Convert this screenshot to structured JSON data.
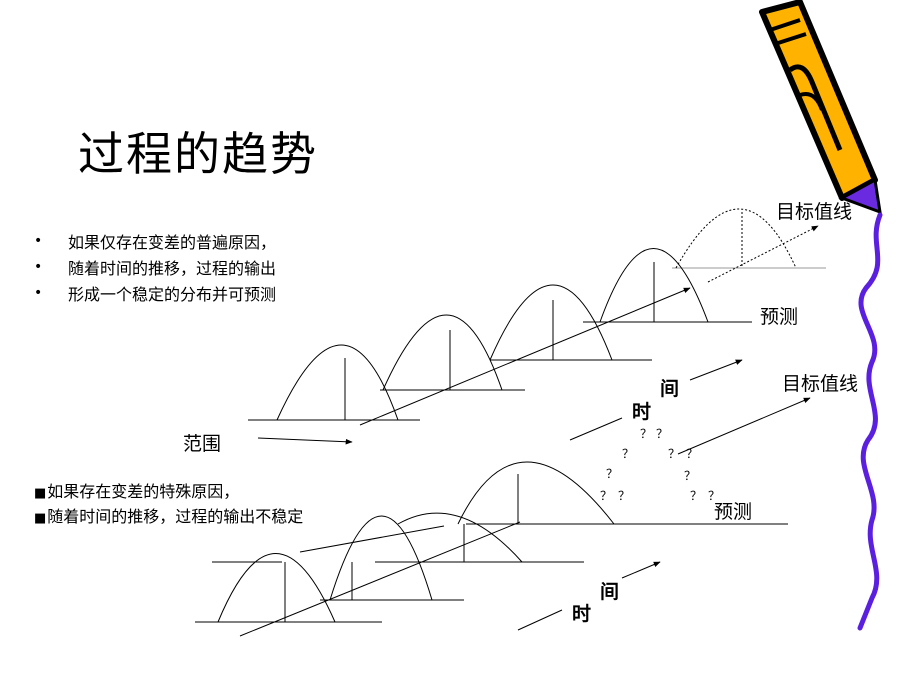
{
  "slide": {
    "title": "过程的趋势",
    "common_cause_bullets": [
      "如果仅存在变差的普遍原因，",
      "随着时间的推移，过程的输出",
      "形成一个稳定的分布并可预测"
    ],
    "special_cause_bullets": [
      "如果存在变差的特殊原因，",
      "随着时间的推移，过程的输出不稳定"
    ]
  },
  "diagram": {
    "top": {
      "target_line_label": "目标值线",
      "prediction_label": "预测",
      "range_label": "范围",
      "time_label_1": "间",
      "time_label_2": "时"
    },
    "bottom": {
      "target_line_label": "目标值线",
      "prediction_label": "预测",
      "time_label_1": "间",
      "time_label_2": "时",
      "question_mark": "？"
    },
    "colors": {
      "pencil_body": "#FFB300",
      "pencil_outline": "#000000",
      "pencil_tip": "#6A2BE0",
      "wavy_line": "#5B1FE0"
    }
  }
}
